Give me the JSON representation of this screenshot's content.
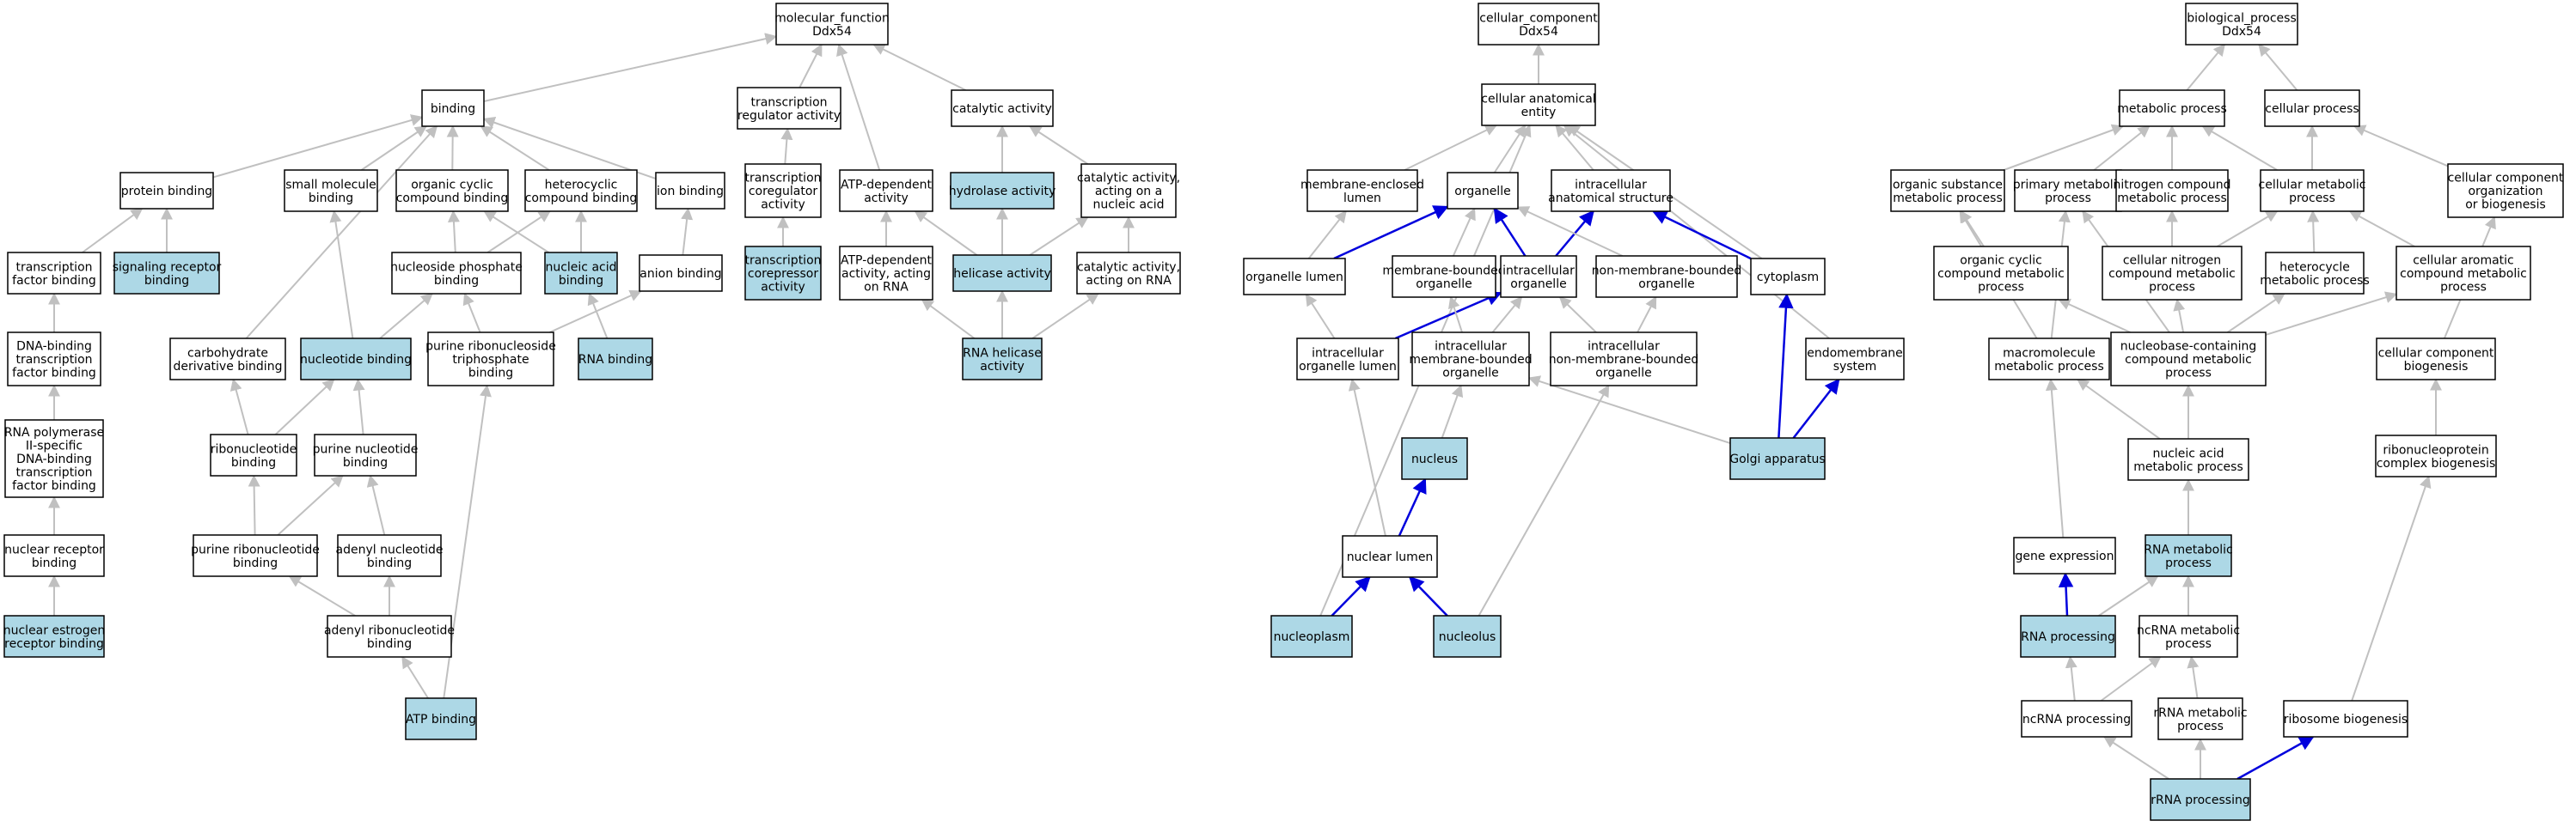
{
  "colors": {
    "background": "#ffffff",
    "node_default": "#ffffff",
    "node_highlight": "#add8e6",
    "edge_default": "#c0c0c0",
    "edge_highlight": "#0000dd",
    "border": "#000000"
  },
  "nodes": [
    {
      "id": "mf",
      "lines": [
        "molecular_function",
        "Ddx54"
      ],
      "hl": false
    },
    {
      "id": "binding",
      "lines": [
        "binding"
      ],
      "hl": false
    },
    {
      "id": "tra",
      "lines": [
        "transcription",
        "regulator activity"
      ],
      "hl": false
    },
    {
      "id": "cat",
      "lines": [
        "catalytic activity"
      ],
      "hl": false
    },
    {
      "id": "protbind",
      "lines": [
        "protein binding"
      ],
      "hl": false
    },
    {
      "id": "smb",
      "lines": [
        "small molecule",
        "binding"
      ],
      "hl": false
    },
    {
      "id": "occb",
      "lines": [
        "organic cyclic",
        "compound binding"
      ],
      "hl": false
    },
    {
      "id": "hcb",
      "lines": [
        "heterocyclic",
        "compound binding"
      ],
      "hl": false
    },
    {
      "id": "ionb",
      "lines": [
        "ion binding"
      ],
      "hl": false
    },
    {
      "id": "tcoreg",
      "lines": [
        "transcription",
        "coregulator",
        "activity"
      ],
      "hl": false
    },
    {
      "id": "atpdep",
      "lines": [
        "ATP-dependent",
        "activity"
      ],
      "hl": false
    },
    {
      "id": "hydro",
      "lines": [
        "hydrolase activity"
      ],
      "hl": true
    },
    {
      "id": "catna",
      "lines": [
        "catalytic activity,",
        "acting on a",
        "nucleic acid"
      ],
      "hl": false
    },
    {
      "id": "tfb",
      "lines": [
        "transcription",
        "factor binding"
      ],
      "hl": false
    },
    {
      "id": "srb",
      "lines": [
        "signaling receptor",
        "binding"
      ],
      "hl": true
    },
    {
      "id": "nptb",
      "lines": [
        "nucleoside phosphate",
        "binding"
      ],
      "hl": false
    },
    {
      "id": "nab",
      "lines": [
        "nucleic acid",
        "binding"
      ],
      "hl": true
    },
    {
      "id": "anionb",
      "lines": [
        "anion binding"
      ],
      "hl": false
    },
    {
      "id": "tcorep",
      "lines": [
        "transcription",
        "corepressor",
        "activity"
      ],
      "hl": true
    },
    {
      "id": "atpdeprna",
      "lines": [
        "ATP-dependent",
        "activity, acting",
        "on RNA"
      ],
      "hl": false
    },
    {
      "id": "helic",
      "lines": [
        "helicase activity"
      ],
      "hl": true
    },
    {
      "id": "catrna",
      "lines": [
        "catalytic activity,",
        "acting on RNA"
      ],
      "hl": false
    },
    {
      "id": "dnatfb",
      "lines": [
        "DNA-binding",
        "transcription",
        "factor binding"
      ],
      "hl": false
    },
    {
      "id": "carbd",
      "lines": [
        "carbohydrate",
        "derivative binding"
      ],
      "hl": false
    },
    {
      "id": "nucb",
      "lines": [
        "nucleotide binding"
      ],
      "hl": true
    },
    {
      "id": "prntb",
      "lines": [
        "purine ribonucleoside",
        "triphosphate",
        "binding"
      ],
      "hl": false
    },
    {
      "id": "rnab",
      "lines": [
        "RNA binding"
      ],
      "hl": true
    },
    {
      "id": "rnahel",
      "lines": [
        "RNA helicase",
        "activity"
      ],
      "hl": true
    },
    {
      "id": "pol2",
      "lines": [
        "RNA polymerase",
        "II-specific",
        "DNA-binding",
        "transcription",
        "factor binding"
      ],
      "hl": false
    },
    {
      "id": "ribonb",
      "lines": [
        "ribonucleotide",
        "binding"
      ],
      "hl": false
    },
    {
      "id": "purnb",
      "lines": [
        "purine nucleotide",
        "binding"
      ],
      "hl": false
    },
    {
      "id": "nrb",
      "lines": [
        "nuclear receptor",
        "binding"
      ],
      "hl": false
    },
    {
      "id": "prnb",
      "lines": [
        "purine ribonucleotide",
        "binding"
      ],
      "hl": false
    },
    {
      "id": "adnb",
      "lines": [
        "adenyl nucleotide",
        "binding"
      ],
      "hl": false
    },
    {
      "id": "nerb",
      "lines": [
        "nuclear estrogen",
        "receptor binding"
      ],
      "hl": true
    },
    {
      "id": "adrnb",
      "lines": [
        "adenyl ribonucleotide",
        "binding"
      ],
      "hl": false
    },
    {
      "id": "atpb",
      "lines": [
        "ATP binding"
      ],
      "hl": true
    },
    {
      "id": "cc",
      "lines": [
        "cellular_component",
        "Ddx54"
      ],
      "hl": false
    },
    {
      "id": "cae",
      "lines": [
        "cellular anatomical",
        "entity"
      ],
      "hl": false
    },
    {
      "id": "mel",
      "lines": [
        "membrane-enclosed",
        "lumen"
      ],
      "hl": false
    },
    {
      "id": "org",
      "lines": [
        "organelle"
      ],
      "hl": false
    },
    {
      "id": "ias",
      "lines": [
        "intracellular",
        "anatomical structure"
      ],
      "hl": false
    },
    {
      "id": "orglum",
      "lines": [
        "organelle lumen"
      ],
      "hl": false
    },
    {
      "id": "mbo",
      "lines": [
        "membrane-bounded",
        "organelle"
      ],
      "hl": false
    },
    {
      "id": "io",
      "lines": [
        "intracellular",
        "organelle"
      ],
      "hl": false
    },
    {
      "id": "nmbo",
      "lines": [
        "non-membrane-bounded",
        "organelle"
      ],
      "hl": false
    },
    {
      "id": "cyto",
      "lines": [
        "cytoplasm"
      ],
      "hl": false
    },
    {
      "id": "iol",
      "lines": [
        "intracellular",
        "organelle lumen"
      ],
      "hl": false
    },
    {
      "id": "imbo",
      "lines": [
        "intracellular",
        "membrane-bounded",
        "organelle"
      ],
      "hl": false
    },
    {
      "id": "inmbo",
      "lines": [
        "intracellular",
        "non-membrane-bounded",
        "organelle"
      ],
      "hl": false
    },
    {
      "id": "endo",
      "lines": [
        "endomembrane",
        "system"
      ],
      "hl": false
    },
    {
      "id": "nucleus",
      "lines": [
        "nucleus"
      ],
      "hl": true
    },
    {
      "id": "golgi",
      "lines": [
        "Golgi apparatus"
      ],
      "hl": true
    },
    {
      "id": "nuclum",
      "lines": [
        "nuclear lumen"
      ],
      "hl": false
    },
    {
      "id": "nucleop",
      "lines": [
        "nucleoplasm"
      ],
      "hl": true
    },
    {
      "id": "nucleol",
      "lines": [
        "nucleolus"
      ],
      "hl": true
    },
    {
      "id": "bp",
      "lines": [
        "biological_process",
        "Ddx54"
      ],
      "hl": false
    },
    {
      "id": "metp",
      "lines": [
        "metabolic process"
      ],
      "hl": false
    },
    {
      "id": "cellp",
      "lines": [
        "cellular process"
      ],
      "hl": false
    },
    {
      "id": "osmp",
      "lines": [
        "organic substance",
        "metabolic process"
      ],
      "hl": false
    },
    {
      "id": "pmp",
      "lines": [
        "primary metabolic",
        "process"
      ],
      "hl": false
    },
    {
      "id": "ncmp",
      "lines": [
        "nitrogen compound",
        "metabolic process"
      ],
      "hl": false
    },
    {
      "id": "cmp",
      "lines": [
        "cellular metabolic",
        "process"
      ],
      "hl": false
    },
    {
      "id": "ccob",
      "lines": [
        "cellular component",
        "organization",
        "or biogenesis"
      ],
      "hl": false
    },
    {
      "id": "occmp",
      "lines": [
        "organic cyclic",
        "compound metabolic",
        "process"
      ],
      "hl": false
    },
    {
      "id": "cncmp",
      "lines": [
        "cellular nitrogen",
        "compound metabolic",
        "process"
      ],
      "hl": false
    },
    {
      "id": "hmp",
      "lines": [
        "heterocycle",
        "metabolic process"
      ],
      "hl": false
    },
    {
      "id": "cacmp",
      "lines": [
        "cellular aromatic",
        "compound metabolic",
        "process"
      ],
      "hl": false
    },
    {
      "id": "mmp",
      "lines": [
        "macromolecule",
        "metabolic process"
      ],
      "hl": false
    },
    {
      "id": "nbccmp",
      "lines": [
        "nucleobase-containing",
        "compound metabolic",
        "process"
      ],
      "hl": false
    },
    {
      "id": "ccb",
      "lines": [
        "cellular component",
        "biogenesis"
      ],
      "hl": false
    },
    {
      "id": "namp",
      "lines": [
        "nucleic acid",
        "metabolic process"
      ],
      "hl": false
    },
    {
      "id": "rnpcb",
      "lines": [
        "ribonucleoprotein",
        "complex biogenesis"
      ],
      "hl": false
    },
    {
      "id": "ge",
      "lines": [
        "gene expression"
      ],
      "hl": false
    },
    {
      "id": "rnamp",
      "lines": [
        "RNA metabolic",
        "process"
      ],
      "hl": true
    },
    {
      "id": "rnap",
      "lines": [
        "RNA processing"
      ],
      "hl": true
    },
    {
      "id": "ncrnamp",
      "lines": [
        "ncRNA metabolic",
        "process"
      ],
      "hl": false
    },
    {
      "id": "ncrnap",
      "lines": [
        "ncRNA processing"
      ],
      "hl": false
    },
    {
      "id": "rrnamp",
      "lines": [
        "rRNA metabolic",
        "process"
      ],
      "hl": false
    },
    {
      "id": "ribob",
      "lines": [
        "ribosome biogenesis"
      ],
      "hl": false
    },
    {
      "id": "rrnap",
      "lines": [
        "rRNA processing"
      ],
      "hl": true
    }
  ],
  "edges": [
    [
      "binding",
      "mf",
      0
    ],
    [
      "tra",
      "mf",
      0
    ],
    [
      "cat",
      "mf",
      0
    ],
    [
      "atpdep",
      "mf",
      0
    ],
    [
      "protbind",
      "binding",
      0
    ],
    [
      "smb",
      "binding",
      0
    ],
    [
      "occb",
      "binding",
      0
    ],
    [
      "hcb",
      "binding",
      0
    ],
    [
      "ionb",
      "binding",
      0
    ],
    [
      "carbd",
      "binding",
      0
    ],
    [
      "tcoreg",
      "tra",
      0
    ],
    [
      "hydro",
      "cat",
      0
    ],
    [
      "catna",
      "cat",
      0
    ],
    [
      "tfb",
      "protbind",
      0
    ],
    [
      "srb",
      "protbind",
      0
    ],
    [
      "nptb",
      "occb",
      0
    ],
    [
      "nptb",
      "hcb",
      0
    ],
    [
      "nab",
      "occb",
      0
    ],
    [
      "nab",
      "hcb",
      0
    ],
    [
      "anionb",
      "ionb",
      0
    ],
    [
      "tcorep",
      "tcoreg",
      0
    ],
    [
      "atpdeprna",
      "atpdep",
      0
    ],
    [
      "helic",
      "atpdep",
      0
    ],
    [
      "helic",
      "hydro",
      0
    ],
    [
      "helic",
      "catna",
      0
    ],
    [
      "catrna",
      "catna",
      0
    ],
    [
      "dnatfb",
      "tfb",
      0
    ],
    [
      "nucb",
      "smb",
      0
    ],
    [
      "nucb",
      "nptb",
      0
    ],
    [
      "prntb",
      "nptb",
      0
    ],
    [
      "prntb",
      "anionb",
      0
    ],
    [
      "rnab",
      "nab",
      0
    ],
    [
      "rnahel",
      "atpdeprna",
      0
    ],
    [
      "rnahel",
      "helic",
      0
    ],
    [
      "rnahel",
      "catrna",
      0
    ],
    [
      "pol2",
      "dnatfb",
      0
    ],
    [
      "ribonb",
      "carbd",
      0
    ],
    [
      "ribonb",
      "nucb",
      0
    ],
    [
      "purnb",
      "nucb",
      0
    ],
    [
      "nrb",
      "pol2",
      0
    ],
    [
      "prnb",
      "ribonb",
      0
    ],
    [
      "prnb",
      "purnb",
      0
    ],
    [
      "adnb",
      "purnb",
      0
    ],
    [
      "nerb",
      "nrb",
      0
    ],
    [
      "adrnb",
      "prnb",
      0
    ],
    [
      "adrnb",
      "adnb",
      0
    ],
    [
      "atpb",
      "adrnb",
      0
    ],
    [
      "atpb",
      "prntb",
      0
    ],
    [
      "cae",
      "cc",
      0
    ],
    [
      "mel",
      "cae",
      0
    ],
    [
      "org",
      "cae",
      0
    ],
    [
      "ias",
      "cae",
      0
    ],
    [
      "cyto",
      "cae",
      0
    ],
    [
      "endo",
      "cae",
      0
    ],
    [
      "nucleop",
      "cae",
      0
    ],
    [
      "orglum",
      "mel",
      0
    ],
    [
      "orglum",
      "org",
      1
    ],
    [
      "mbo",
      "org",
      0
    ],
    [
      "io",
      "org",
      1
    ],
    [
      "io",
      "ias",
      1
    ],
    [
      "nmbo",
      "org",
      0
    ],
    [
      "cyto",
      "ias",
      1
    ],
    [
      "iol",
      "orglum",
      0
    ],
    [
      "iol",
      "io",
      1
    ],
    [
      "imbo",
      "mbo",
      0
    ],
    [
      "imbo",
      "io",
      0
    ],
    [
      "inmbo",
      "io",
      0
    ],
    [
      "inmbo",
      "nmbo",
      0
    ],
    [
      "golgi",
      "imbo",
      0
    ],
    [
      "golgi",
      "cyto",
      1
    ],
    [
      "golgi",
      "endo",
      1
    ],
    [
      "nucleus",
      "imbo",
      0
    ],
    [
      "nuclum",
      "iol",
      0
    ],
    [
      "nuclum",
      "nucleus",
      1
    ],
    [
      "nucleop",
      "nuclum",
      1
    ],
    [
      "nucleol",
      "nuclum",
      1
    ],
    [
      "nucleol",
      "inmbo",
      0
    ],
    [
      "metp",
      "bp",
      0
    ],
    [
      "cellp",
      "bp",
      0
    ],
    [
      "osmp",
      "metp",
      0
    ],
    [
      "pmp",
      "metp",
      0
    ],
    [
      "ncmp",
      "metp",
      0
    ],
    [
      "cmp",
      "metp",
      0
    ],
    [
      "cmp",
      "cellp",
      0
    ],
    [
      "ccob",
      "cellp",
      0
    ],
    [
      "occmp",
      "osmp",
      0
    ],
    [
      "cncmp",
      "ncmp",
      0
    ],
    [
      "cncmp",
      "cmp",
      0
    ],
    [
      "hmp",
      "cmp",
      0
    ],
    [
      "cacmp",
      "cmp",
      0
    ],
    [
      "mmp",
      "osmp",
      0
    ],
    [
      "mmp",
      "pmp",
      0
    ],
    [
      "nbccmp",
      "occmp",
      0
    ],
    [
      "nbccmp",
      "pmp",
      0
    ],
    [
      "nbccmp",
      "cncmp",
      0
    ],
    [
      "nbccmp",
      "hmp",
      0
    ],
    [
      "nbccmp",
      "cacmp",
      0
    ],
    [
      "ccb",
      "ccob",
      0
    ],
    [
      "namp",
      "mmp",
      0
    ],
    [
      "namp",
      "nbccmp",
      0
    ],
    [
      "rnpcb",
      "ccb",
      0
    ],
    [
      "ge",
      "mmp",
      0
    ],
    [
      "rnamp",
      "namp",
      0
    ],
    [
      "rnap",
      "ge",
      1
    ],
    [
      "rnap",
      "rnamp",
      0
    ],
    [
      "ncrnamp",
      "rnamp",
      0
    ],
    [
      "ncrnap",
      "rnap",
      0
    ],
    [
      "ncrnap",
      "ncrnamp",
      0
    ],
    [
      "rrnamp",
      "ncrnamp",
      0
    ],
    [
      "ribob",
      "rnpcb",
      0
    ],
    [
      "rrnap",
      "ncrnap",
      0
    ],
    [
      "rrnap",
      "rrnamp",
      0
    ],
    [
      "rrnap",
      "ribob",
      1
    ]
  ]
}
